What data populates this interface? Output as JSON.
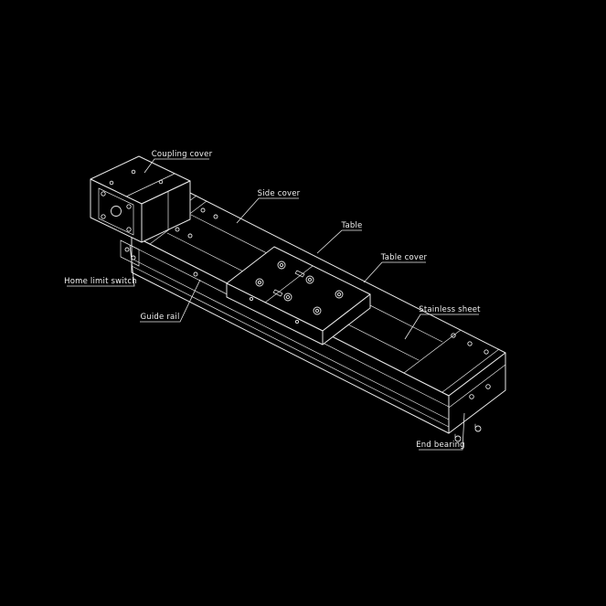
{
  "page": {
    "background": "#000000",
    "line_color": "#e8e8e8",
    "label_color": "#f2f2f2"
  },
  "diagram": {
    "labels": {
      "coupling_cover": "Coupling cover",
      "side_cover": "Side cover",
      "table": "Table",
      "table_cover": "Table cover",
      "stainless_sheet": "Stainless sheet",
      "home_limit_switch": "Home limit switch",
      "guide_rail": "Guide rail",
      "end_bearing": "End bearing"
    }
  }
}
